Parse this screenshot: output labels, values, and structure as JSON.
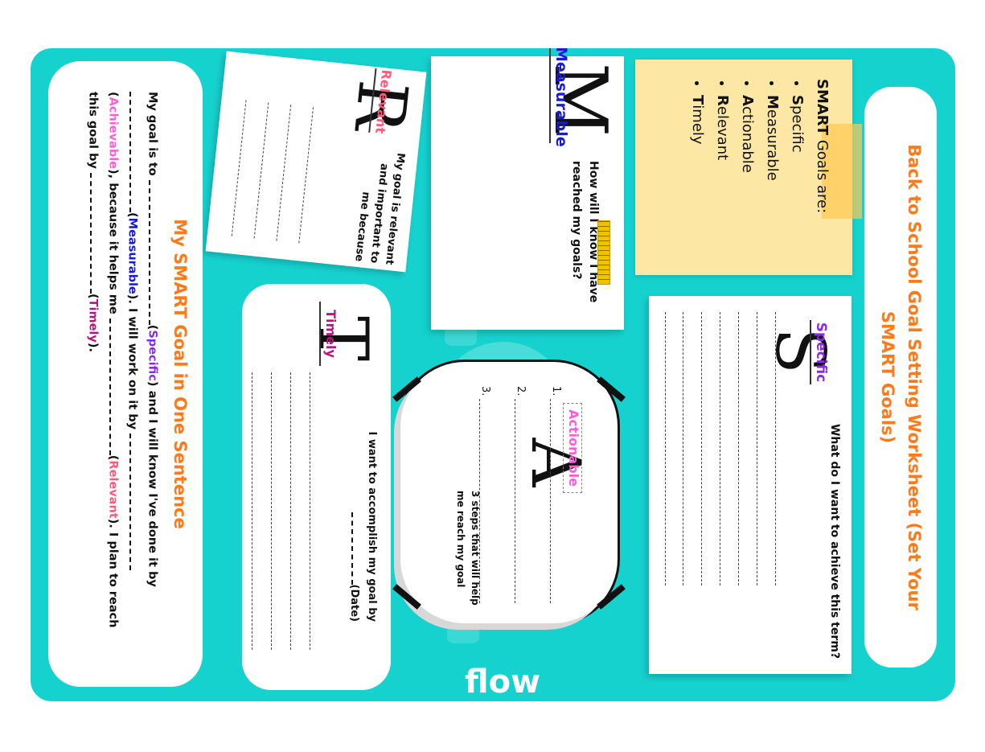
{
  "title_card": {
    "title": "Back to School Goal Setting Worksheet (Set Your SMART Goals)"
  },
  "sticky_note": {
    "heading_bold": "SMART",
    "heading_rest": " Goals are:",
    "items": [
      {
        "initial": "S",
        "rest": "pecific"
      },
      {
        "initial": "M",
        "rest": "easurable"
      },
      {
        "initial": "A",
        "rest": "ctionable"
      },
      {
        "initial": "R",
        "rest": "elevant"
      },
      {
        "initial": "T",
        "rest": "imely"
      }
    ]
  },
  "specific": {
    "letter": "S",
    "label": "Specific",
    "question": "What do I want to achieve this term?"
  },
  "measurable": {
    "letter": "M",
    "label": "Measurable",
    "question": "How will I know I have reached my goals?"
  },
  "relevant": {
    "letter": "R",
    "label": "Relevant",
    "question": "My goal is relevant and important to me because"
  },
  "actionable": {
    "letter": "A",
    "label": "Actionable",
    "question": "3 steps that will help me reach my goal",
    "steps": [
      "1.",
      "2.",
      "3."
    ]
  },
  "timely": {
    "letter": "T",
    "label": "Timely",
    "question_a": "I want to accomplish my goal by",
    "question_b": "(Date)"
  },
  "sentence": {
    "title": "My SMART Goal in One Sentence",
    "p1": "My goal is to",
    "specific": "Specific",
    "p2": ") and I will know I've done it by",
    "measurable": "Measurable",
    "p3": "). I will work on it by",
    "achievable": "Achievable",
    "p4": "), because it helps me",
    "relevant": "Relevant",
    "p5": "). I plan to reach this goal by",
    "timely": "Timely",
    "p6": ")."
  },
  "brand": {
    "logo": "flow"
  },
  "colors": {
    "background": "#16d2cf",
    "title_orange": "#ff7a1a",
    "sticky": "#fde7a4",
    "specific": "#8a2be2",
    "measurable": "#1a1ad6",
    "relevant": "#ff5a7a",
    "actionable": "#ff5cd6",
    "timely": "#b8147d"
  }
}
